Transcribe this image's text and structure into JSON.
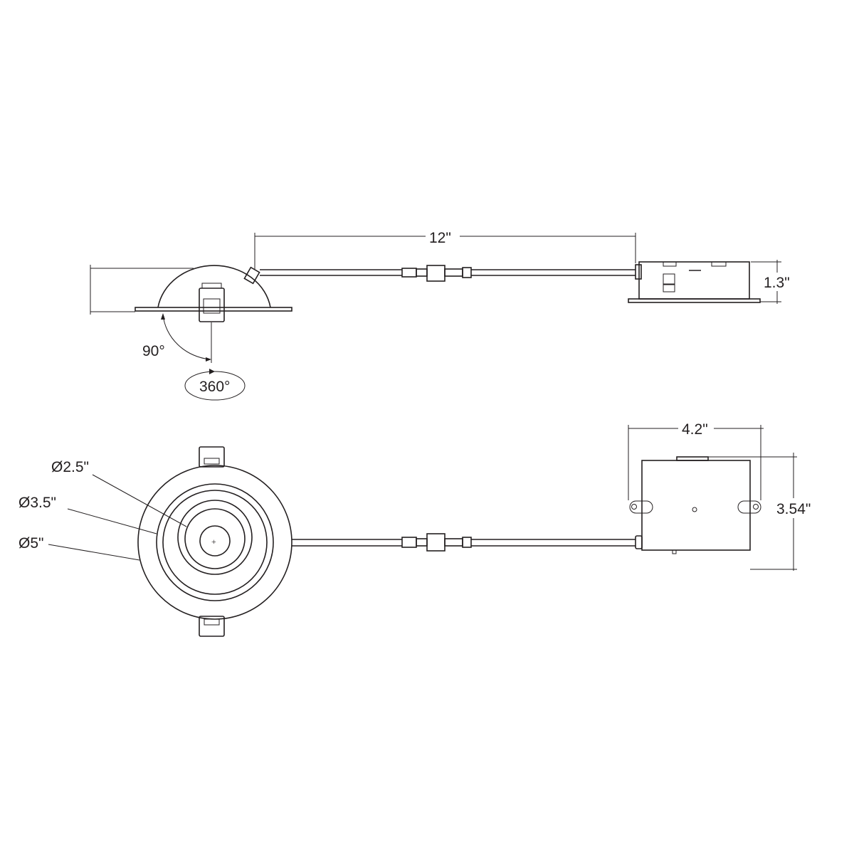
{
  "side_view": {
    "cable_length": "12\"",
    "box_height": "1.3\"",
    "tilt_angle": "90°",
    "rotation_angle": "360°"
  },
  "top_view": {
    "inner_diameter": "Ø2.5\"",
    "mid_diameter": "Ø3.5\"",
    "outer_diameter": "Ø5\"",
    "box_width": "4.2\"",
    "box_depth": "3.54\""
  },
  "colors": {
    "line": "#231f20",
    "background": "#ffffff"
  }
}
